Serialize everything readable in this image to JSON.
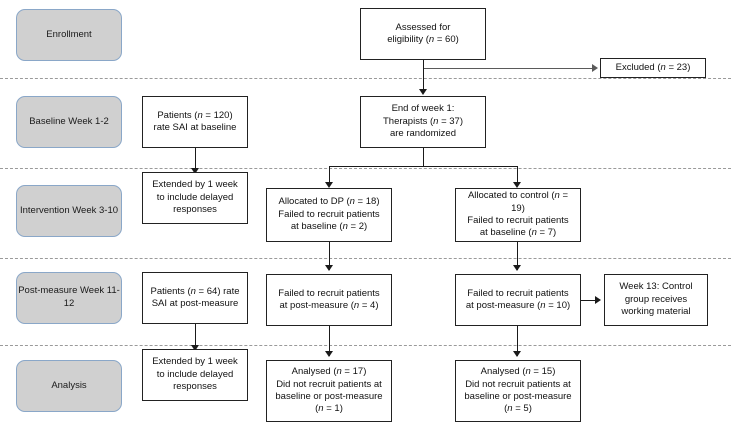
{
  "diagram": {
    "title": "CONSORT participant flow diagram",
    "colors": {
      "stage_fill": "#d0d0d0",
      "stage_border": "#8aa7c8",
      "box_border": "#222222",
      "separator": "#9a9a9a",
      "connector": "#1a1a1a"
    }
  },
  "stages": [
    {
      "id": "enrollment",
      "lines": [
        "Enrollment"
      ]
    },
    {
      "id": "baseline",
      "lines": [
        "Baseline",
        "Week 1-2"
      ]
    },
    {
      "id": "intervention",
      "lines": [
        "Intervention",
        "Week 3-10"
      ]
    },
    {
      "id": "postmeasure",
      "lines": [
        "Post-measure",
        "Week 11-12"
      ]
    },
    {
      "id": "analysis",
      "lines": [
        "Analysis"
      ]
    }
  ],
  "boxes": {
    "assessed": {
      "lines": [
        "Assessed for",
        "eligibility (n = 60)"
      ]
    },
    "excluded": {
      "lines": [
        "Excluded (n = 23)"
      ]
    },
    "patients_baseline": {
      "lines": [
        "Patients (n = 120)",
        "rate SAI at baseline"
      ]
    },
    "extended_baseline": {
      "lines": [
        "Extended by 1 week",
        "to include delayed",
        "responses"
      ]
    },
    "randomized": {
      "lines": [
        "End of week 1:",
        "Therapists (n = 37)",
        "are randomized"
      ]
    },
    "allocated_dp": {
      "lines": [
        "Allocated to DP (n = 18)",
        "Failed to recruit patients",
        "at baseline (n = 2)"
      ]
    },
    "allocated_control": {
      "lines": [
        "Allocated to control (n =",
        "19)",
        "Failed to recruit patients",
        "at baseline (n = 7)"
      ]
    },
    "patients_post": {
      "lines": [
        "Patients (n = 64) rate",
        "SAI at post-measure"
      ]
    },
    "extended_post": {
      "lines": [
        "Extended by 1 week",
        "to include delayed",
        "responses"
      ]
    },
    "failed_post_dp": {
      "lines": [
        "Failed to recruit patients",
        "at post-measure (n = 4)"
      ]
    },
    "failed_post_control": {
      "lines": [
        "Failed to recruit patients",
        "at post-measure (n = 10)"
      ]
    },
    "week13": {
      "lines": [
        "Week 13: Control",
        "group receives",
        "working material"
      ]
    },
    "analysed_dp": {
      "lines": [
        "Analysed (n = 17)",
        "Did not recruit patients at",
        "baseline or post-measure",
        "(n = 1)"
      ]
    },
    "analysed_control": {
      "lines": [
        "Analysed (n = 15)",
        "Did not recruit patients at",
        "baseline or post-measure",
        "(n = 5)"
      ]
    }
  }
}
